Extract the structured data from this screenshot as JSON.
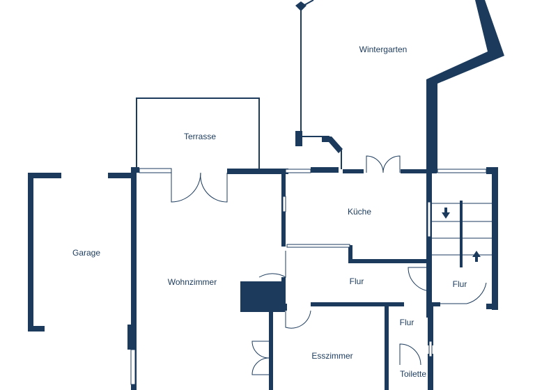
{
  "colors": {
    "wall": "#1b3a5c",
    "background": "#ffffff"
  },
  "rooms": {
    "wintergarten": "Wintergarten",
    "terrasse": "Terrasse",
    "garage": "Garage",
    "kueche": "Küche",
    "wohnzimmer": "Wohnzimmer",
    "flur_main": "Flur",
    "flur_right": "Flur",
    "flur_small": "Flur",
    "esszimmer": "Esszimmer",
    "toilette": "Toilette"
  },
  "icons": {
    "stairs_down": "arrow-down-icon",
    "stairs_up": "arrow-up-icon"
  }
}
